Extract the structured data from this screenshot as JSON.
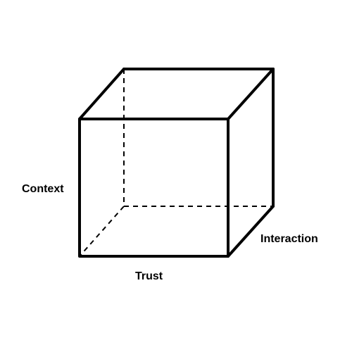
{
  "diagram": {
    "labels": {
      "context": "Context",
      "trust": "Trust",
      "interaction": "Interaction"
    },
    "colors": {
      "stroke": "#000000",
      "background": "#ffffff"
    }
  }
}
